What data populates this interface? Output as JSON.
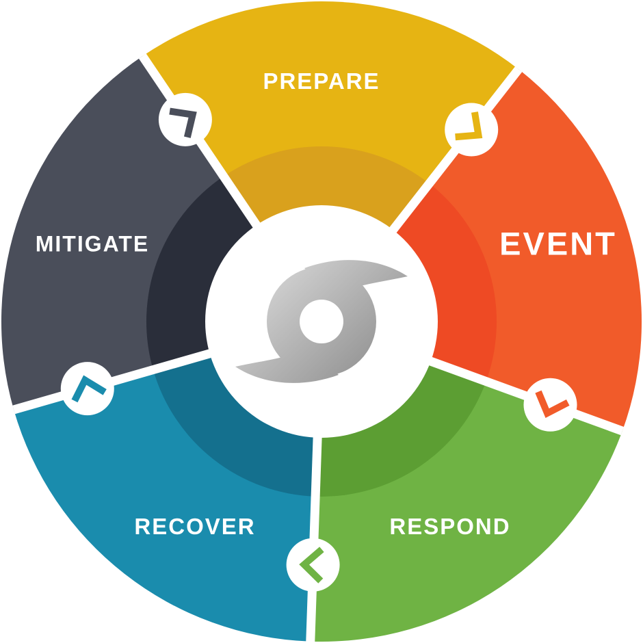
{
  "wheel": {
    "segments": [
      {
        "id": "prepare",
        "label": "PREPARE",
        "colors": {
          "outer": "#E6B413",
          "inner": "#D9A11D"
        }
      },
      {
        "id": "event",
        "label": "EVENT",
        "colors": {
          "outer": "#F15B2A",
          "inner": "#EE4A24"
        }
      },
      {
        "id": "respond",
        "label": "RESPOND",
        "colors": {
          "outer": "#6FB344",
          "inner": "#5C9E33"
        }
      },
      {
        "id": "recover",
        "label": "RECOVER",
        "colors": {
          "outer": "#1A8CAD",
          "inner": "#14708E"
        }
      },
      {
        "id": "mitigate",
        "label": "MITIGATE",
        "colors": {
          "outer": "#4A4E5A",
          "inner": "#2A2E3A"
        }
      }
    ],
    "arrows": [
      {
        "id": "arrow-mitigate-to-prepare",
        "icon": "chevron-up-right-icon",
        "color": "#4A4E5A"
      },
      {
        "id": "arrow-prepare-to-event",
        "icon": "chevron-down-right-icon",
        "color": "#E6B413"
      },
      {
        "id": "arrow-event-to-respond",
        "icon": "chevron-down-icon",
        "color": "#F15B2A"
      },
      {
        "id": "arrow-respond-to-recover",
        "icon": "chevron-left-icon",
        "color": "#6FB344"
      },
      {
        "id": "arrow-recover-to-mitigate",
        "icon": "chevron-up-icon",
        "color": "#1A8CAD"
      }
    ],
    "center_icon": {
      "name": "hurricane-icon",
      "gradient_from": "#D9D9D9",
      "gradient_to": "#8A8A8A"
    },
    "divider_color": "#FFFFFF",
    "background": "#FFFFFF"
  }
}
